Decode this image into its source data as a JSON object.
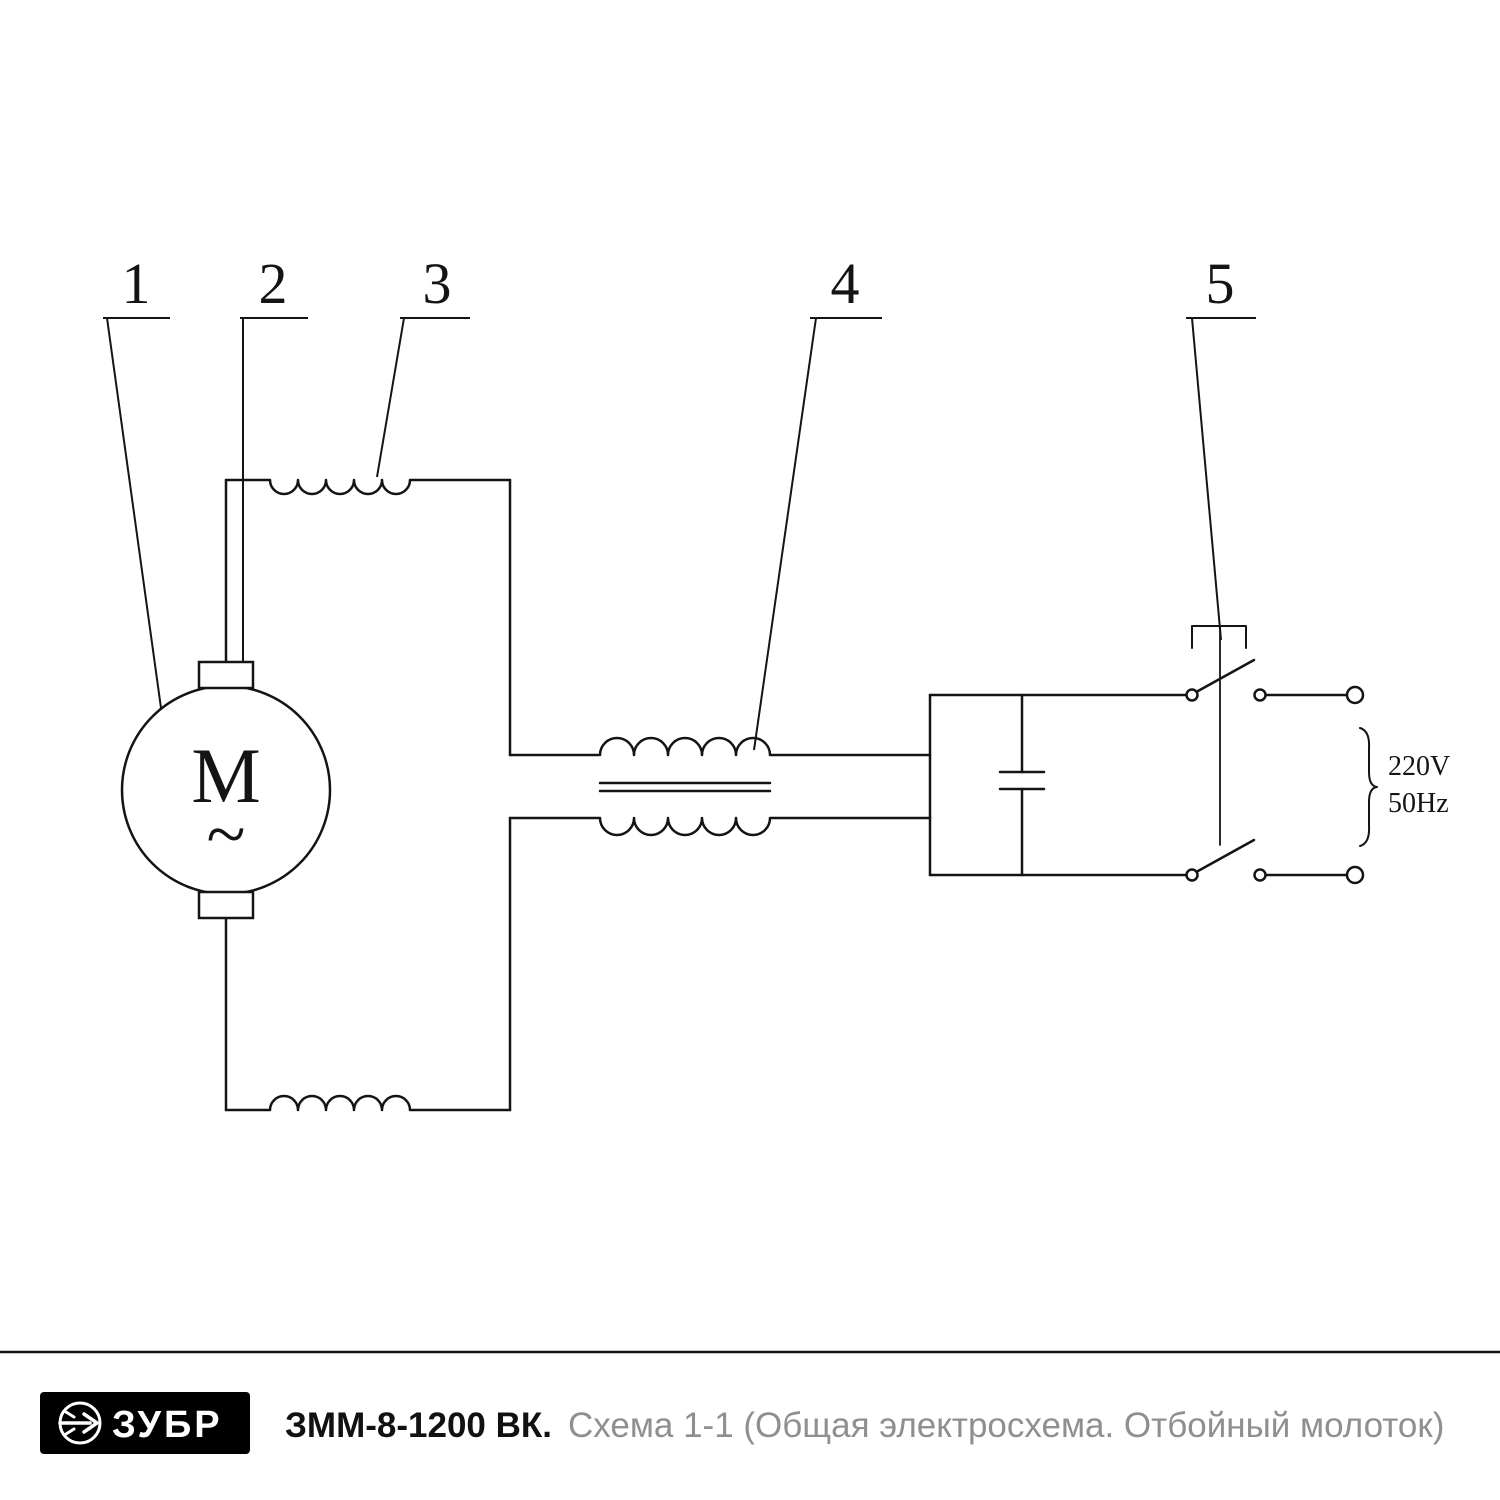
{
  "diagram": {
    "callouts": [
      {
        "label": "1",
        "target": "motor"
      },
      {
        "label": "2",
        "target": "brush"
      },
      {
        "label": "3",
        "target": "field-winding"
      },
      {
        "label": "4",
        "target": "suppression-choke"
      },
      {
        "label": "5",
        "target": "switch"
      }
    ],
    "motor": {
      "symbol": "M",
      "ac_wave": "~"
    },
    "supply": {
      "voltage": "220V",
      "frequency": "50Hz"
    }
  },
  "footer": {
    "brand": "ЗУБР",
    "model": "ЗММ-8-1200 ВК.",
    "caption": "Схема 1-1 (Общая электросхема. Отбойный молоток)"
  },
  "colors": {
    "line": "#141414",
    "caption_gray": "#8f8f8f",
    "logo_bg": "#000000",
    "logo_fg": "#ffffff"
  }
}
